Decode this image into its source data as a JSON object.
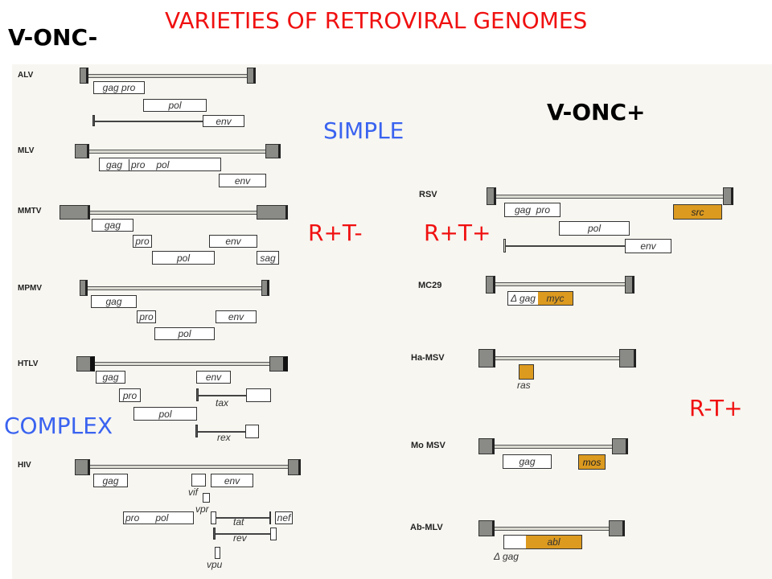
{
  "title": "VARIETIES OF RETROVIRAL GENOMES",
  "categories": {
    "vonc_minus": "V-ONC-",
    "vonc_plus": "V-ONC+",
    "simple": "SIMPLE",
    "complex": "COMPLEX",
    "r_plus_t_minus": "R+T-",
    "r_plus_t_plus": "R+T+",
    "r_minus_t_plus": "R-T+"
  },
  "colors": {
    "title": "#f01010",
    "class": "#3a63f0",
    "oncogene": "#dc9a1f"
  },
  "genomes": {
    "alv": {
      "name": "ALV",
      "genes": [
        "gag",
        "pro",
        "pol",
        "env"
      ]
    },
    "mlv": {
      "name": "MLV",
      "genes": [
        "gag",
        "pro",
        "pol",
        "env"
      ]
    },
    "mmtv": {
      "name": "MMTV",
      "genes": [
        "gag",
        "pro",
        "env",
        "pol",
        "sag"
      ]
    },
    "mpmv": {
      "name": "MPMV",
      "genes": [
        "gag",
        "pro",
        "env",
        "pol"
      ]
    },
    "htlv": {
      "name": "HTLV",
      "genes": [
        "gag",
        "env",
        "pro",
        "tax",
        "pol",
        "rex"
      ]
    },
    "hiv": {
      "name": "HIV",
      "genes": [
        "gag",
        "vif",
        "env",
        "vpr",
        "pro",
        "pol",
        "tat",
        "nef",
        "rev",
        "vpu"
      ]
    },
    "rsv": {
      "name": "RSV",
      "genes": [
        "gag",
        "pro",
        "src",
        "pol",
        "env"
      ]
    },
    "mc29": {
      "name": "MC29",
      "genes": [
        "Δ gag",
        "myc"
      ]
    },
    "hamsv": {
      "name": "Ha-MSV",
      "genes": [
        "ras"
      ]
    },
    "momsv": {
      "name": "Mo MSV",
      "genes": [
        "gag",
        "mos"
      ]
    },
    "abmlv": {
      "name": "Ab-MLV",
      "genes": [
        "abl",
        "Δ gag"
      ]
    }
  }
}
